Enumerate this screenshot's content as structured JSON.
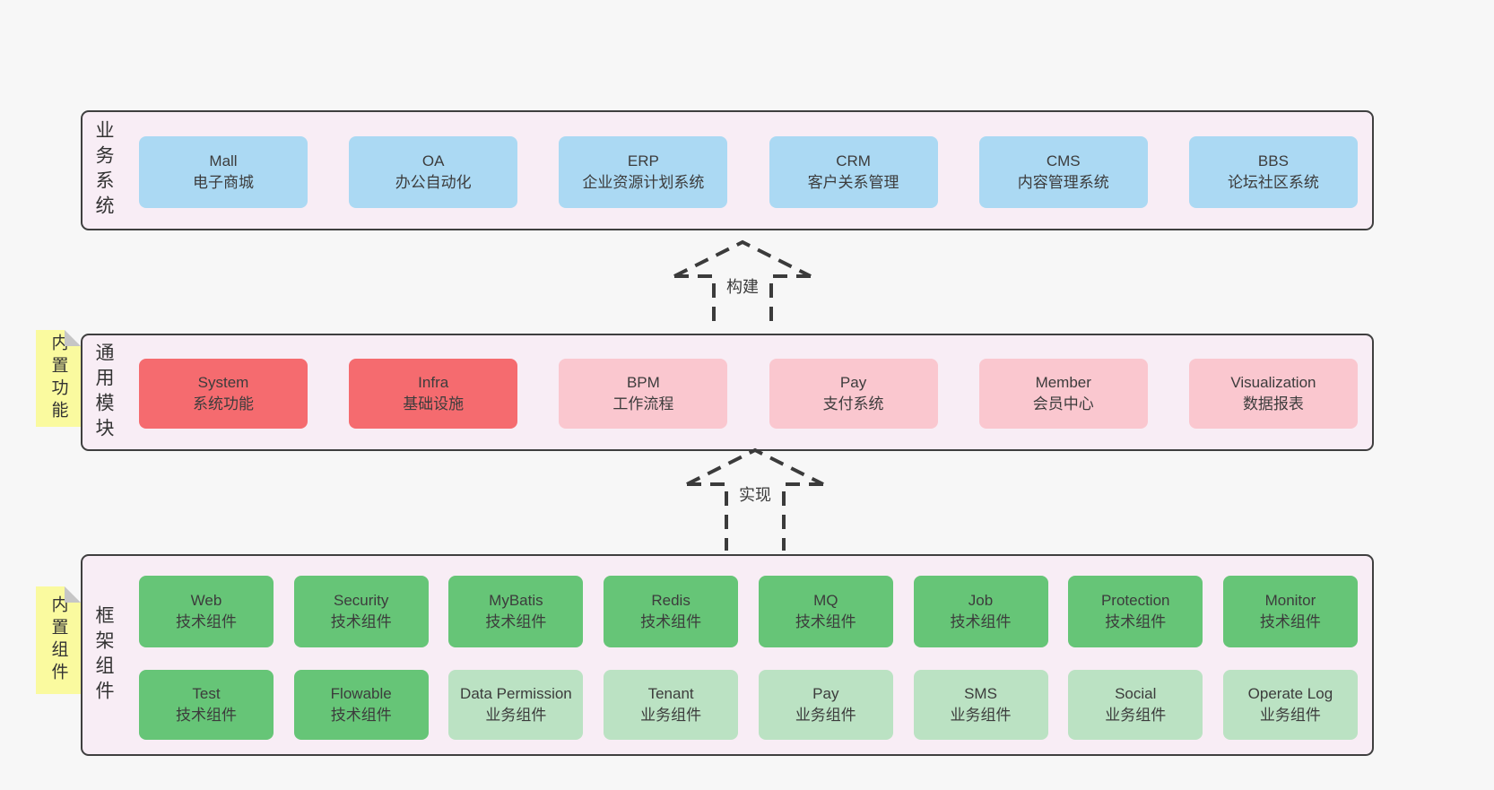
{
  "colors": {
    "page_bg": "#f7f7f7",
    "band_bg": "#f8edf5",
    "band_border": "#3f3f3f",
    "text": "#3c3c3c",
    "outline": "#3b3b3b",
    "blue": "#abd9f3",
    "red": "#f56b6f",
    "pink": "#fac7cf",
    "green": "#66c577",
    "light_green": "#bbe2c3",
    "yellow": "#fafa9f",
    "fold_gray": "#c6c6c6"
  },
  "bands": [
    {
      "id": "business",
      "label": "业务系统",
      "sticky": null,
      "rows": [
        {
          "boxes": [
            {
              "title": "Mall",
              "subtitle": "电子商城",
              "tone": "blue"
            },
            {
              "title": "OA",
              "subtitle": "办公自动化",
              "tone": "blue"
            },
            {
              "title": "ERP",
              "subtitle": "企业资源计划系统",
              "tone": "blue"
            },
            {
              "title": "CRM",
              "subtitle": "客户关系管理",
              "tone": "blue"
            },
            {
              "title": "CMS",
              "subtitle": "内容管理系统",
              "tone": "blue"
            },
            {
              "title": "BBS",
              "subtitle": "论坛社区系统",
              "tone": "blue"
            }
          ]
        }
      ]
    },
    {
      "id": "modules",
      "label": "通用模块",
      "sticky": "内置功能",
      "rows": [
        {
          "boxes": [
            {
              "title": "System",
              "subtitle": "系统功能",
              "tone": "red"
            },
            {
              "title": "Infra",
              "subtitle": "基础设施",
              "tone": "red"
            },
            {
              "title": "BPM",
              "subtitle": "工作流程",
              "tone": "pink"
            },
            {
              "title": "Pay",
              "subtitle": "支付系统",
              "tone": "pink"
            },
            {
              "title": "Member",
              "subtitle": "会员中心",
              "tone": "pink"
            },
            {
              "title": "Visualization",
              "subtitle": "数据报表",
              "tone": "pink"
            }
          ]
        }
      ]
    },
    {
      "id": "components",
      "label": "框架组件",
      "sticky": "内置组件",
      "rows": [
        {
          "boxes": [
            {
              "title": "Web",
              "subtitle": "技术组件",
              "tone": "green"
            },
            {
              "title": "Security",
              "subtitle": "技术组件",
              "tone": "green"
            },
            {
              "title": "MyBatis",
              "subtitle": "技术组件",
              "tone": "green"
            },
            {
              "title": "Redis",
              "subtitle": "技术组件",
              "tone": "green"
            },
            {
              "title": "MQ",
              "subtitle": "技术组件",
              "tone": "green"
            },
            {
              "title": "Job",
              "subtitle": "技术组件",
              "tone": "green"
            },
            {
              "title": "Protection",
              "subtitle": "技术组件",
              "tone": "green"
            },
            {
              "title": "Monitor",
              "subtitle": "技术组件",
              "tone": "green"
            }
          ]
        },
        {
          "boxes": [
            {
              "title": "Test",
              "subtitle": "技术组件",
              "tone": "green"
            },
            {
              "title": "Flowable",
              "subtitle": "技术组件",
              "tone": "green"
            },
            {
              "title": "Data Permission",
              "subtitle": "业务组件",
              "tone": "light_green"
            },
            {
              "title": "Tenant",
              "subtitle": "业务组件",
              "tone": "light_green"
            },
            {
              "title": "Pay",
              "subtitle": "业务组件",
              "tone": "light_green"
            },
            {
              "title": "SMS",
              "subtitle": "业务组件",
              "tone": "light_green"
            },
            {
              "title": "Social",
              "subtitle": "业务组件",
              "tone": "light_green"
            },
            {
              "title": "Operate Log",
              "subtitle": "业务组件",
              "tone": "light_green"
            }
          ]
        }
      ]
    }
  ],
  "arrows": [
    {
      "id": "build",
      "label": "构建"
    },
    {
      "id": "implement",
      "label": "实现"
    }
  ]
}
